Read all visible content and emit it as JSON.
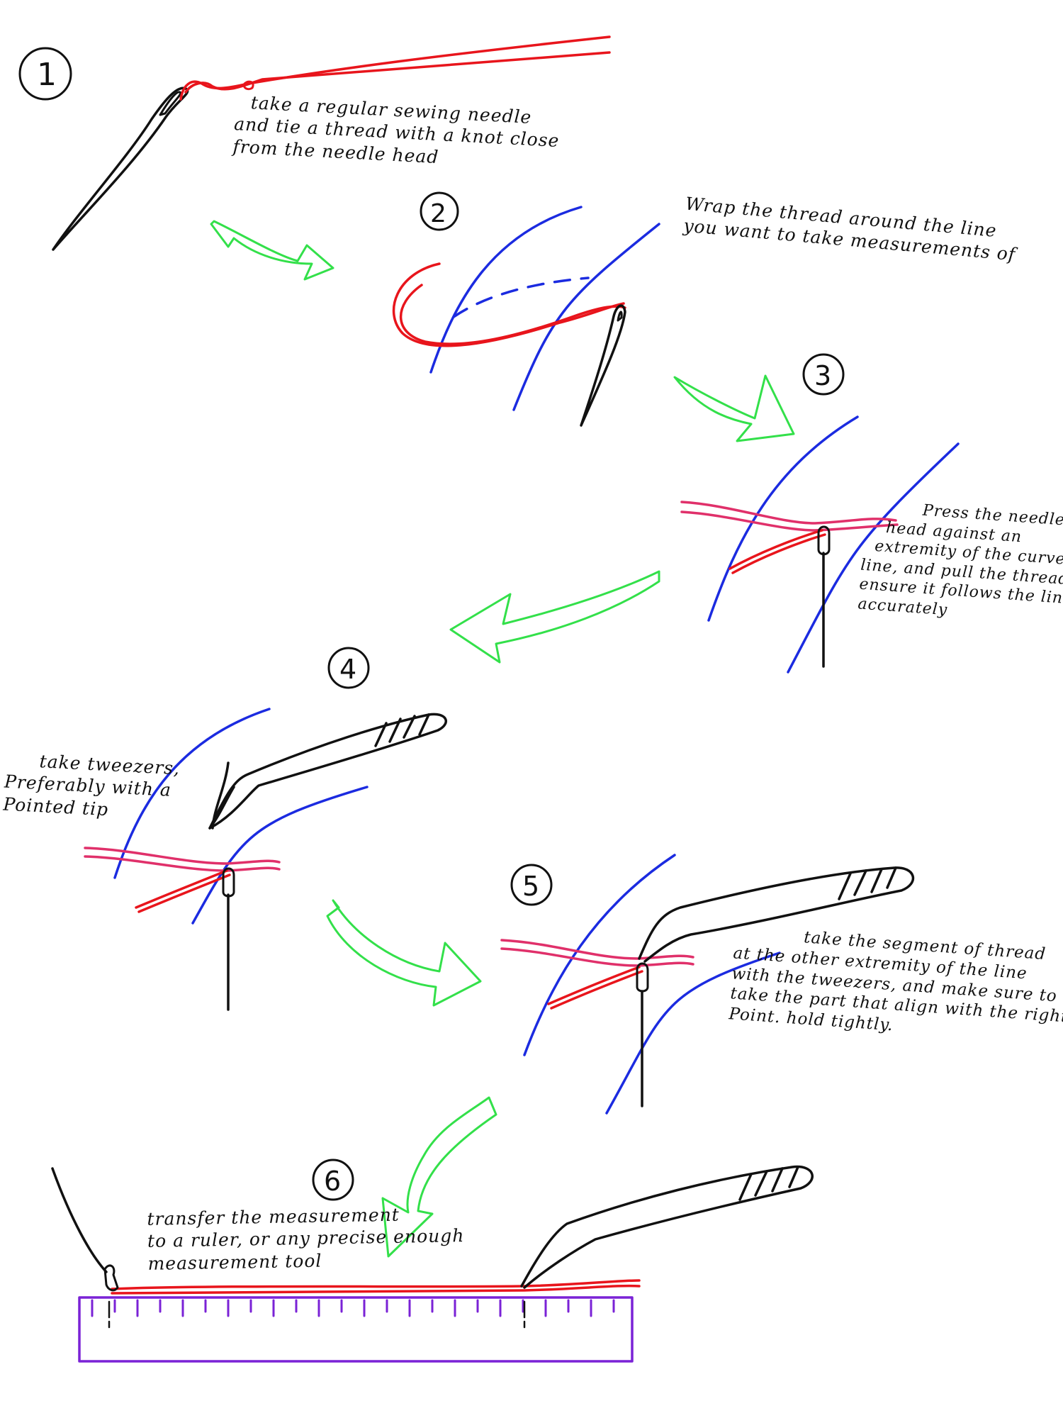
{
  "steps": [
    {
      "number": "1",
      "lines": [
        "take a regular sewing needle",
        "and tie a thread with a knot close",
        "from the needle head"
      ]
    },
    {
      "number": "2",
      "lines": [
        "Wrap the thread around the line",
        "you want to take measurements of"
      ]
    },
    {
      "number": "3",
      "lines": [
        "Press the needle",
        "head against an",
        "extremity of the curved",
        "line, and pull the thread to",
        "ensure it follows the line",
        "accurately"
      ]
    },
    {
      "number": "4",
      "lines": [
        "take tweezers,",
        "Preferably with a",
        "Pointed tip"
      ]
    },
    {
      "number": "5",
      "lines": [
        "take the segment of thread",
        "at the other extremity of the line",
        "with the tweezers, and make sure to",
        "take the part that align with the right",
        "Point. hold tightly."
      ]
    },
    {
      "number": "6",
      "lines": [
        "transfer the measurement",
        "to a ruler, or any precise enough",
        "measurement tool"
      ]
    }
  ],
  "colors": {
    "thread": "#e8151c",
    "thread_pink": "#e0306a",
    "line": "#1b2be0",
    "arrow": "#33e04a",
    "ruler": "#7a22d6",
    "ink": "#111111"
  },
  "icons": [
    "sewing-needle",
    "tweezers",
    "ruler"
  ]
}
